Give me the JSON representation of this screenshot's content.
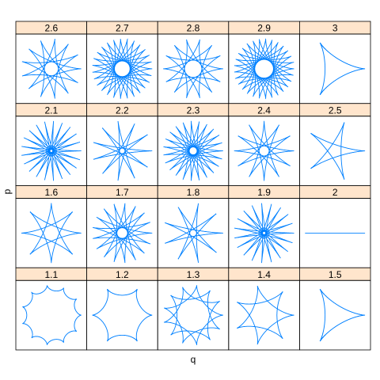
{
  "chart_data": {
    "type": "line",
    "layout": "lattice 5 columns x 4 rows",
    "xlabel": "q",
    "ylabel": "p",
    "grid": false,
    "legend": "none",
    "strip_color": "#ffe5cc",
    "line_color": "#0080ff",
    "panels": [
      {
        "label": "2.6",
        "q": 2.6
      },
      {
        "label": "2.7",
        "q": 2.7
      },
      {
        "label": "2.8",
        "q": 2.8
      },
      {
        "label": "2.9",
        "q": 2.9
      },
      {
        "label": "3",
        "q": 3
      },
      {
        "label": "2.1",
        "q": 2.1
      },
      {
        "label": "2.2",
        "q": 2.2
      },
      {
        "label": "2.3",
        "q": 2.3
      },
      {
        "label": "2.4",
        "q": 2.4
      },
      {
        "label": "2.5",
        "q": 2.5
      },
      {
        "label": "1.6",
        "q": 1.6
      },
      {
        "label": "1.7",
        "q": 1.7
      },
      {
        "label": "1.8",
        "q": 1.8
      },
      {
        "label": "1.9",
        "q": 1.9
      },
      {
        "label": "2",
        "q": 2
      },
      {
        "label": "1.1",
        "q": 1.1
      },
      {
        "label": "1.2",
        "q": 1.2
      },
      {
        "label": "1.3",
        "q": 1.3
      },
      {
        "label": "1.4",
        "q": 1.4
      },
      {
        "label": "1.5",
        "q": 1.5
      }
    ]
  }
}
